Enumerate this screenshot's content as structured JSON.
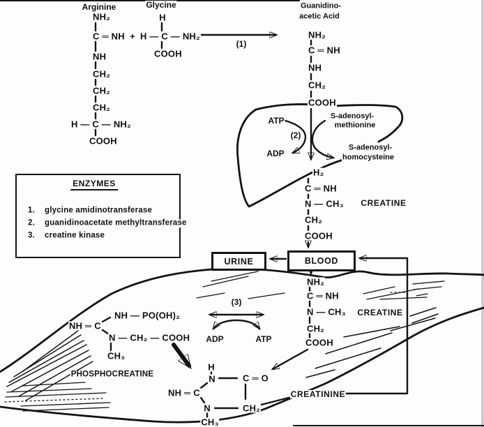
{
  "colors": {
    "ink": "#131313",
    "background": "#fdfdfd"
  },
  "top": {
    "arginine_label": "Arginine",
    "glycine_label": "Glycine",
    "nh2": "NH₂",
    "c_double_nh": "C ═ NH",
    "plus": "+",
    "h": "H",
    "h_c_nh2": "H — C — NH₂",
    "nh": "NH",
    "ch2": "CH₂",
    "cooh": "COOH",
    "step1": "(1)",
    "gaa_label_line1": "Guanidino-",
    "gaa_label_line2": "acetic Acid"
  },
  "liver": {
    "atp": "ATP",
    "adp": "ADP",
    "step2": "(2)",
    "sam_line1": "S-adenosyl-",
    "sam_line2": "methionine",
    "sah_line1": "S-adenosyl-",
    "sah_line2": "homocysteine"
  },
  "creatine_liver": {
    "h2": "H₂",
    "c_double_nh": "C ═ NH",
    "n_ch3": "N — CH₃",
    "ch2": "CH₂",
    "cooh": "COOH",
    "label": "CREATINE"
  },
  "enzyme_box": {
    "title": "ENZYMES",
    "items": [
      {
        "num": "1.",
        "name": "glycine amidinotransferase"
      },
      {
        "num": "2.",
        "name": "guanidinoacetate methyltransferase"
      },
      {
        "num": "3.",
        "name": "creatine kinase"
      }
    ]
  },
  "transport": {
    "urine": "URINE",
    "blood": "BLOOD"
  },
  "muscle": {
    "creatine": {
      "nh2": "NH₂",
      "c_double_nh": "C ═ NH",
      "n_ch3": "N — CH₃",
      "ch2": "CH₂",
      "cooh": "COOH",
      "label": "CREATINE"
    },
    "step3": "(3)",
    "adp": "ADP",
    "atp": "ATP",
    "phosphocreatine": {
      "nh_double_c": "NH ═ C",
      "nh_po": "NH — PO(OH)₂",
      "n_ch2_cooh": "N — CH₂ — COOH",
      "ch3": "CH₃",
      "label": "PHOSPHOCREATINE"
    },
    "creatinine": {
      "h": "H",
      "n_top": "N",
      "c_double_o": "C ═ O",
      "nh_double_c": "NH ═ C",
      "n_bottom": "N",
      "ch2": "CH₂",
      "ch3": "CH₃",
      "label": "CREATININE"
    }
  }
}
